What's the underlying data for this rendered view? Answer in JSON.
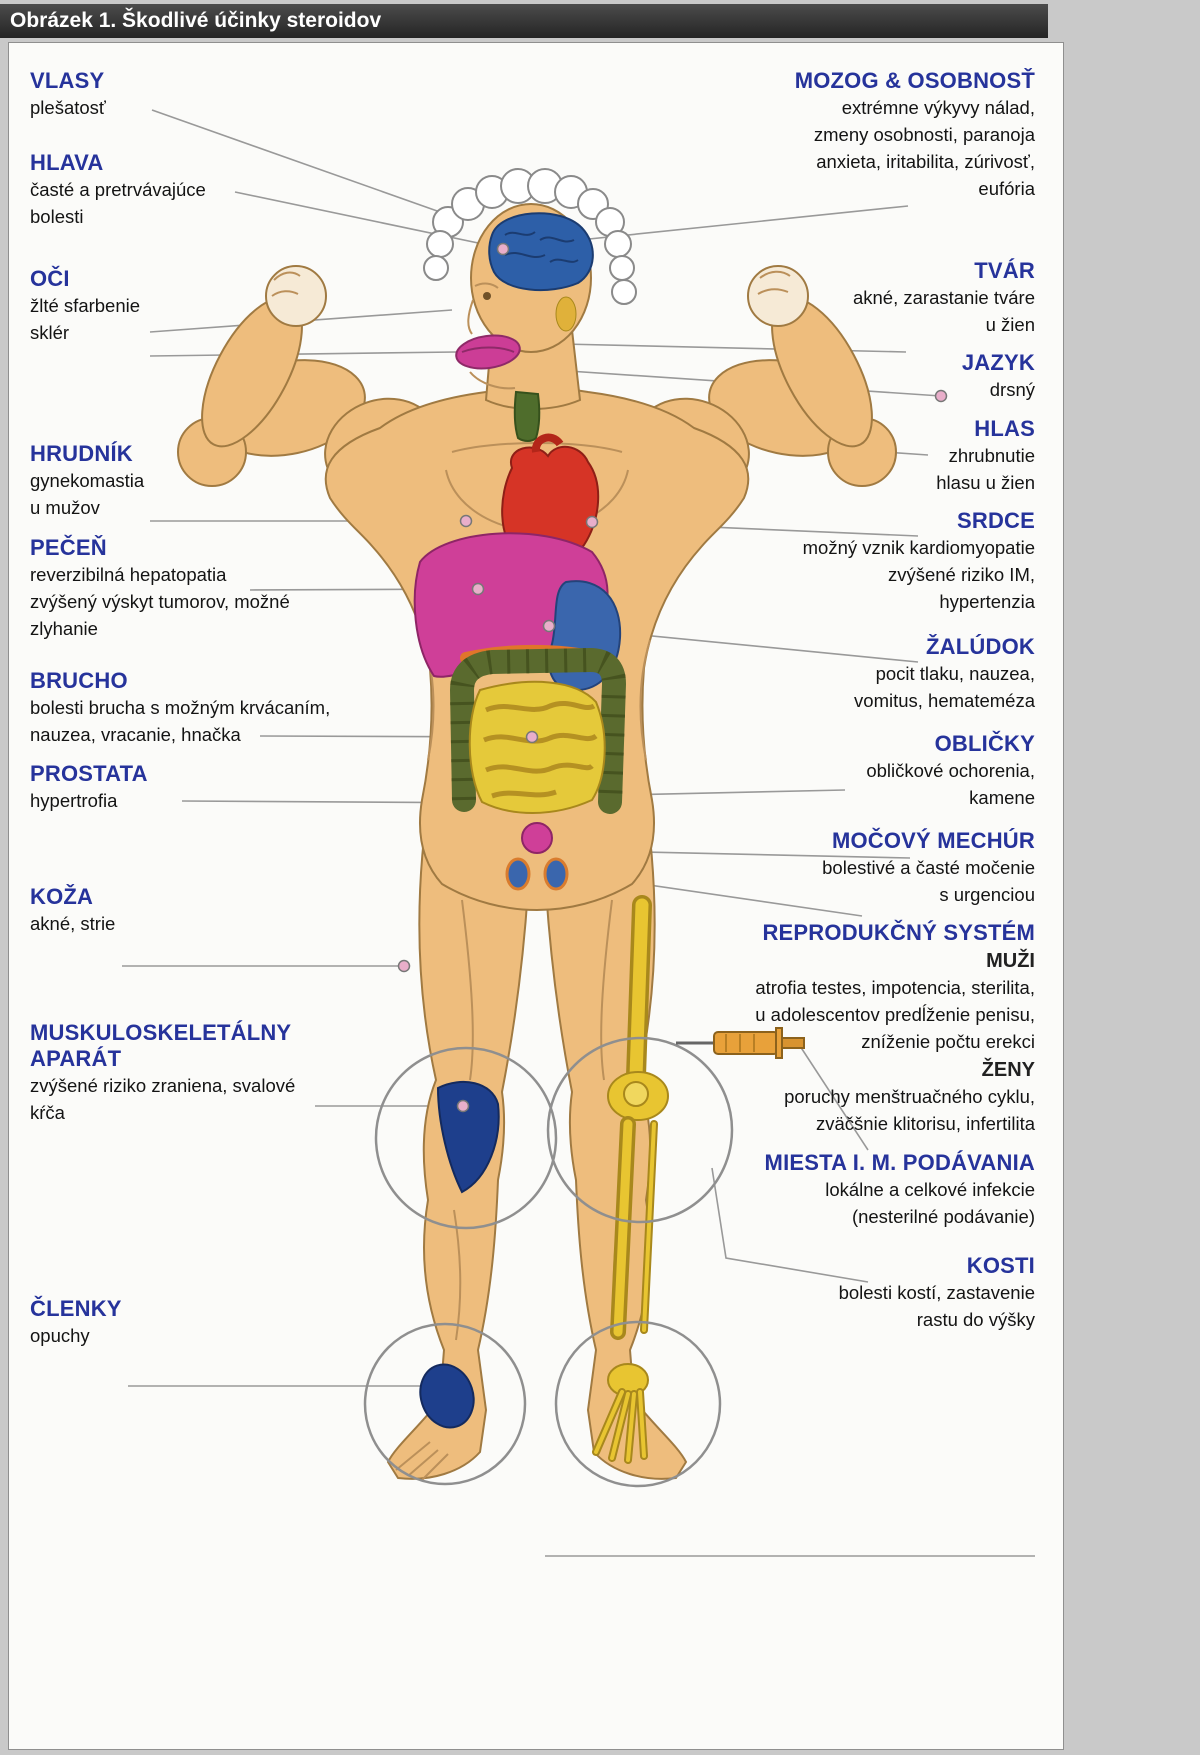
{
  "title": "Obrázek 1. Škodlivé účinky steroidov",
  "palette": {
    "heading_blue": "#26339b",
    "title_bar_bg": "#333333",
    "skin": "#eebd7d",
    "brain": "#2d5fa8",
    "heart": "#d63426",
    "liver": "#cf3f98",
    "stomach": "#3a66ad",
    "intestine": "#e5c93a",
    "colon": "#5a6a2e",
    "bone": "#e8c531",
    "bruise_navy": "#1e3f8c",
    "tongue": "#cc3d96",
    "throat_green": "#4f6d2c",
    "bladder": "#cf3f98",
    "syringe_orange": "#e8a13a"
  },
  "labels_left": [
    {
      "heading": "VLASY",
      "lines": [
        "plešatosť"
      ]
    },
    {
      "heading": "HLAVA",
      "lines": [
        "časté a pretrvávajúce",
        "bolesti"
      ]
    },
    {
      "heading": "OČI",
      "lines": [
        "žlté sfarbenie",
        "sklér"
      ]
    },
    {
      "heading": "HRUDNÍK",
      "lines": [
        "gynekomastia",
        "u mužov"
      ]
    },
    {
      "heading": "PEČEŇ",
      "lines": [
        "reverzibilná hepatopatia",
        "zvýšený výskyt tumorov, možné",
        "zlyhanie"
      ]
    },
    {
      "heading": "BRUCHO",
      "lines": [
        "bolesti brucha s možným krvácaním,",
        "nauzea, vracanie, hnačka"
      ]
    },
    {
      "heading": "PROSTATA",
      "lines": [
        "hypertrofia"
      ]
    },
    {
      "heading": "KOŽA",
      "lines": [
        "akné, strie"
      ]
    },
    {
      "heading_lines": [
        "MUSKULOSKELETÁLNY",
        "APARÁT"
      ],
      "lines": [
        "zvýšené riziko zraniena, svalové",
        "kŕča"
      ]
    },
    {
      "heading": "ČLENKY",
      "lines": [
        "opuchy"
      ]
    }
  ],
  "labels_right": [
    {
      "heading": "MOZOG & OSOBNOSŤ",
      "lines": [
        "extrémne výkyvy nálad,",
        "zmeny osobnosti, paranoja",
        "anxieta, iritabilita, zúrivosť,",
        "eufória"
      ]
    },
    {
      "heading": "TVÁR",
      "lines": [
        "akné, zarastanie tváre",
        "u žien"
      ]
    },
    {
      "heading": "JAZYK",
      "lines": [
        "drsný"
      ]
    },
    {
      "heading": "HLAS",
      "lines": [
        "zhrubnutie",
        "hlasu u žien"
      ]
    },
    {
      "heading": "SRDCE",
      "lines": [
        "možný vznik kardiomyopatie",
        "zvýšené riziko IM,",
        "hypertenzia"
      ]
    },
    {
      "heading": "ŽALÚDOK",
      "lines": [
        "pocit tlaku, nauzea,",
        "vomitus, hemateméza"
      ]
    },
    {
      "heading": "OBLIČKY",
      "lines": [
        "obličkové ochorenia,",
        "kamene"
      ]
    },
    {
      "heading": "MOČOVÝ MECHÚR",
      "lines": [
        "bolestivé a časté močenie",
        "s urgenciou"
      ]
    },
    {
      "heading": "REPRODUKČNÝ SYSTÉM",
      "groups": [
        {
          "subheading": "MUŽI",
          "lines": [
            "atrofia testes, impotencia, sterilita,",
            "u adolescentov predĺženie penisu,",
            "zníženie počtu erekci"
          ]
        },
        {
          "subheading": "ŽENY",
          "lines": [
            "poruchy menštruačného cyklu,",
            "zväčšnie klitorisu, infertilita"
          ]
        }
      ]
    },
    {
      "heading": "MIESTA I. M. PODÁVANIA",
      "lines": [
        "lokálne a celkové infekcie",
        "(nesterilné podávanie)"
      ]
    },
    {
      "heading": "KOSTI",
      "lines": [
        "bolesti kostí, zastavenie",
        "rastu do výšky"
      ]
    }
  ]
}
